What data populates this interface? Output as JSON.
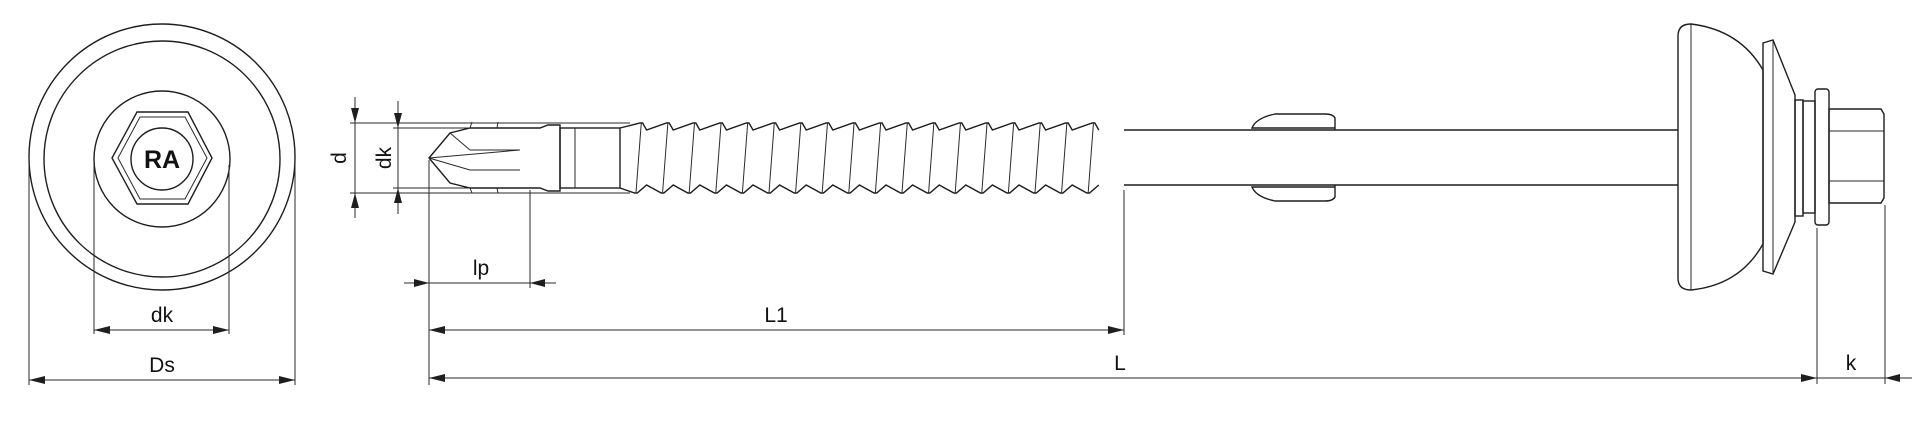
{
  "title": "Screw with sealing washer technical drawing",
  "head_marking": "RA",
  "labels": {
    "front_dk": "dk",
    "front_Ds": "Ds",
    "side_d": "d",
    "side_dk": "dk",
    "lp": "lp",
    "L1": "L1",
    "L": "L",
    "k": "k"
  },
  "colors": {
    "line": "#1e1e1e",
    "background": "#ffffff"
  }
}
